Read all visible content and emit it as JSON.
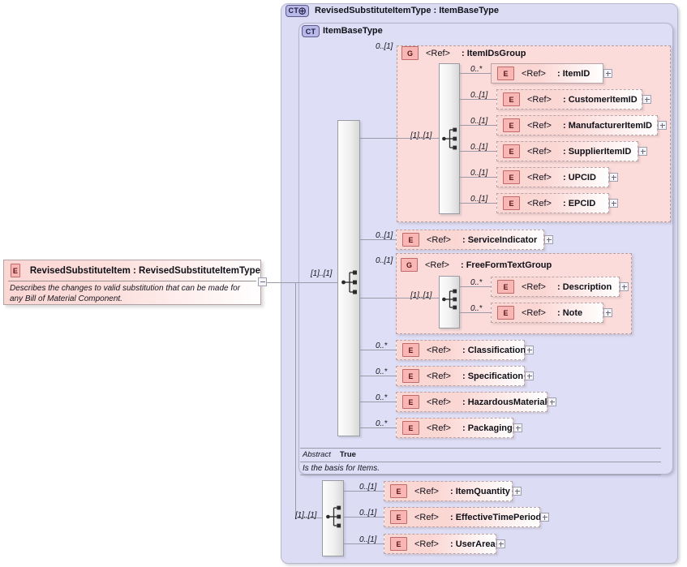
{
  "diagram": {
    "kind": "xsd-schema-diagram",
    "root_element": {
      "icon": "element-icon",
      "tag": "E",
      "title": "RevisedSubstituteItem  :  RevisedSubstituteItemType",
      "documentation": "Describes the changes to valid substitution that can be made for any Bill of Material Component.",
      "expander": "minus"
    },
    "complex_types": [
      {
        "tag": "CT",
        "tag_variant": "CT+",
        "title": "RevisedSubstituteItemType : ItemBaseType"
      },
      {
        "tag": "CT",
        "tag_variant": "CT",
        "title": "ItemBaseType"
      }
    ],
    "base_type_footer": {
      "abstract_label": "Abstract",
      "abstract_value": "True",
      "documentation": "Is the basis for Items."
    },
    "groups": [
      {
        "tag": "G",
        "ref": "<Ref>",
        "name": ": ItemIDsGroup",
        "cardinality": "0..[1]",
        "inner_cardinality": "[1]..[1]"
      },
      {
        "tag": "G",
        "ref": "<Ref>",
        "name": ": FreeFormTextGroup",
        "cardinality": "0..[1]",
        "inner_cardinality": "[1]..[1]"
      }
    ],
    "itemids_children": [
      {
        "tag": "E",
        "ref": "<Ref>",
        "name": ": ItemID",
        "cardinality": "0..*",
        "expander": "plus"
      },
      {
        "tag": "E",
        "ref": "<Ref>",
        "name": ": CustomerItemID",
        "cardinality": "0..[1]",
        "expander": "plus"
      },
      {
        "tag": "E",
        "ref": "<Ref>",
        "name": ": ManufacturerItemID",
        "cardinality": "0..[1]",
        "expander": "plus"
      },
      {
        "tag": "E",
        "ref": "<Ref>",
        "name": ": SupplierItemID",
        "cardinality": "0..[1]",
        "expander": "plus"
      },
      {
        "tag": "E",
        "ref": "<Ref>",
        "name": ": UPCID",
        "cardinality": "0..[1]",
        "expander": "plus"
      },
      {
        "tag": "E",
        "ref": "<Ref>",
        "name": ": EPCID",
        "cardinality": "0..[1]",
        "expander": "plus"
      }
    ],
    "freeformtext_children": [
      {
        "tag": "E",
        "ref": "<Ref>",
        "name": ": Description",
        "cardinality": "0..*",
        "expander": "plus"
      },
      {
        "tag": "E",
        "ref": "<Ref>",
        "name": ": Note",
        "cardinality": "0..*",
        "expander": "plus"
      }
    ],
    "base_children": [
      {
        "tag": "E",
        "ref": "<Ref>",
        "name": ": ServiceIndicator",
        "cardinality": "0..[1]",
        "expander": "plus"
      },
      {
        "tag": "E",
        "ref": "<Ref>",
        "name": ": Classification",
        "cardinality": "0..*",
        "expander": "plus"
      },
      {
        "tag": "E",
        "ref": "<Ref>",
        "name": ": Specification",
        "cardinality": "0..*",
        "expander": "plus"
      },
      {
        "tag": "E",
        "ref": "<Ref>",
        "name": ": HazardousMaterial",
        "cardinality": "0..*",
        "expander": "plus"
      },
      {
        "tag": "E",
        "ref": "<Ref>",
        "name": ": Packaging",
        "cardinality": "0..*",
        "expander": "plus"
      }
    ],
    "derived_children": [
      {
        "tag": "E",
        "ref": "<Ref>",
        "name": ": ItemQuantity",
        "cardinality": "0..[1]",
        "expander": "plus"
      },
      {
        "tag": "E",
        "ref": "<Ref>",
        "name": ": EffectiveTimePeriod",
        "cardinality": "0..[1]",
        "expander": "plus"
      },
      {
        "tag": "E",
        "ref": "<Ref>",
        "name": ": UserArea",
        "cardinality": "0..[1]",
        "expander": "plus"
      }
    ],
    "sequences": [
      {
        "name": "base-sequence",
        "cardinality": "[1]..[1]"
      },
      {
        "name": "derived-sequence",
        "cardinality": "[1]..[1]"
      }
    ],
    "colors": {
      "type_bg": "#dcdcf5",
      "group_bg": "#fbdcda",
      "node_bg": "#fbd7d4",
      "tag_border": "#c16a6a",
      "line": "#9a9aa8"
    }
  }
}
